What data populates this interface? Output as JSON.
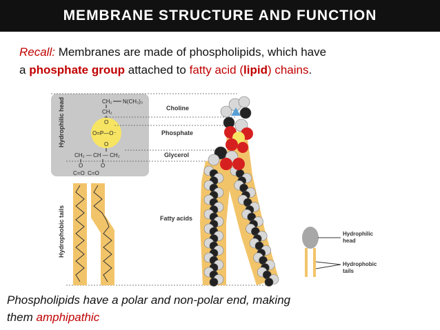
{
  "slide": {
    "title": "MEMBRANE STRUCTURE AND FUNCTION",
    "recall": {
      "label": "Recall:",
      "text1": " Membranes are made of phospholipids, which have",
      "text2a": "a ",
      "phosphate_group": "phosphate group",
      "text2b": " attached to ",
      "fatty_acid": "fatty acid (",
      "lipid": "lipid",
      "chains": ") chains",
      "period": "."
    },
    "caption": {
      "line1": "Phospholipids have a polar and non-polar end, making",
      "line2a": "them ",
      "amphipathic": "amphipathic"
    }
  },
  "figure": {
    "labels": {
      "hydrophilic_head": "Hydrophilic head",
      "hydrophobic_tails": "Hydrophobic tails",
      "choline": "Choline",
      "phosphate": "Phosphate",
      "glycerol": "Glycerol",
      "fatty_acids": "Fatty acids",
      "legend_head": "Hydrophilic",
      "legend_head2": "head",
      "legend_tails": "Hydrophobic",
      "legend_tails2": "tails"
    },
    "formula": {
      "ch2_top": "CH₂",
      "nch3": "N(CH₃)₃",
      "ch2_2": "CH₂",
      "o1": "O",
      "p_row": "O=P—O⁻",
      "o2": "O",
      "glycerol_row": "CH₂ — CH — CH₂",
      "o3": "O",
      "o4": "O",
      "co_row": "C=O  C=O"
    },
    "colors": {
      "head_box": "#c8c8c8",
      "phosphate_circle": "#f7e463",
      "tail_fill": "#f2c46a",
      "oxygen": "#d62020",
      "carbon": "#202020",
      "hydrogen": "#d8d8d8",
      "nitrogen": "#5a9fd4"
    }
  }
}
